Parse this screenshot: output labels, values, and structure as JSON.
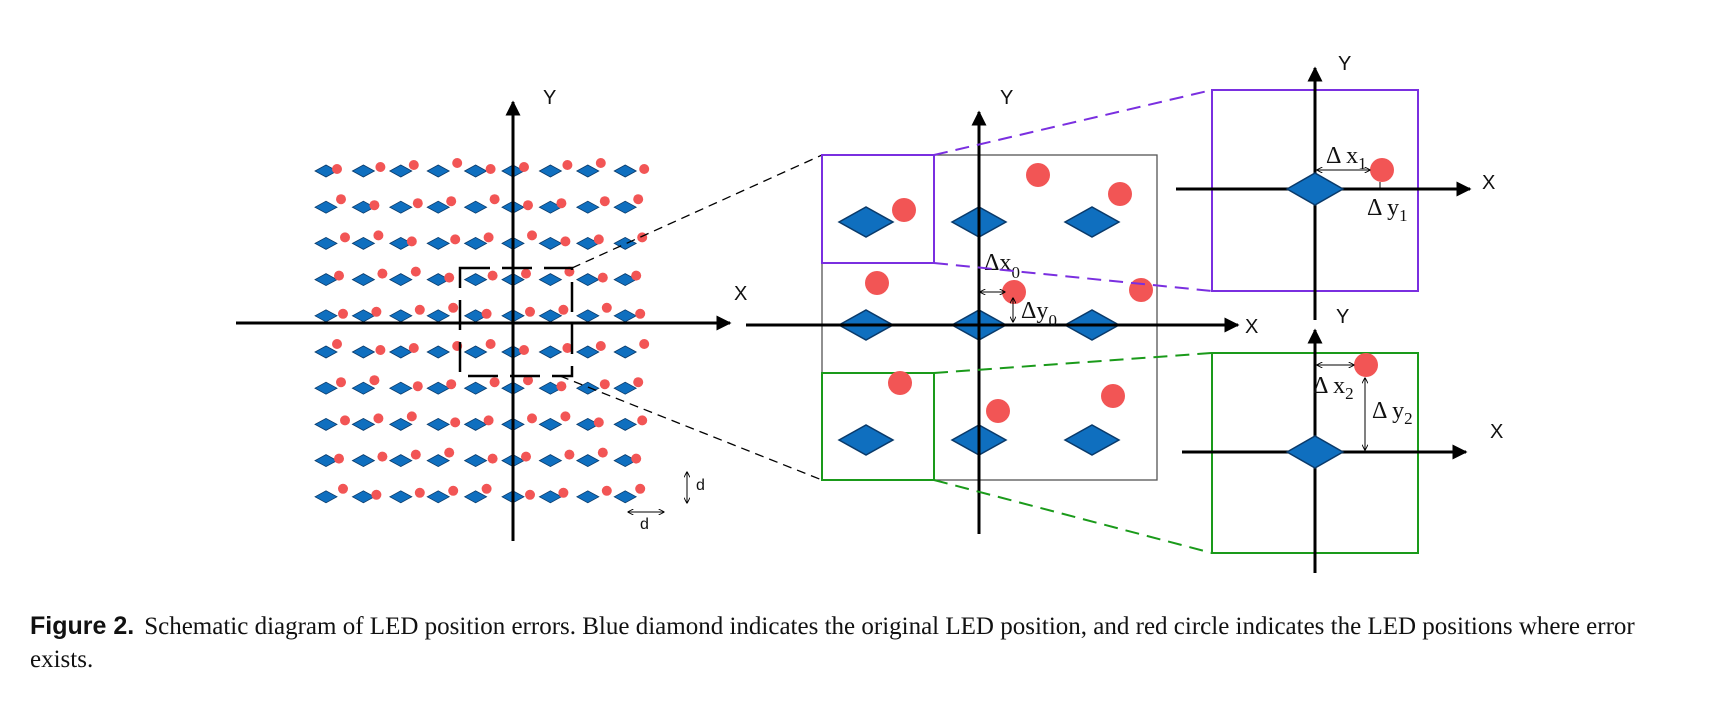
{
  "figure": {
    "left_panel": {
      "x_label": "X",
      "y_label": "Y",
      "spacing_vertical_label": "d",
      "spacing_horizontal_label": "d"
    },
    "middle_panel": {
      "x_label": "X",
      "y_label": "Y",
      "dx_label": "Δx",
      "dx_sub": "0",
      "dy_label": "Δy",
      "dy_sub": "0"
    },
    "top_right_panel": {
      "x_label": "X",
      "y_label": "Y",
      "dx_label": "Δ x",
      "dx_sub": "1",
      "dy_label": "Δ y",
      "dy_sub": "1"
    },
    "bottom_right_panel": {
      "x_label": "X",
      "y_label": "Y",
      "dx_label": "Δ x",
      "dx_sub": "2",
      "dy_label": "Δ y",
      "dy_sub": "2"
    },
    "colors": {
      "led_original": "#0f6fbf",
      "led_error": "#f25555",
      "zoom_purple": "#7a2fe0",
      "zoom_green": "#1a9a1a",
      "axis": "#000000"
    }
  },
  "caption": {
    "label": "Figure 2.",
    "text": "Schematic diagram of LED position errors. Blue diamond indicates the original LED position, and red circle indicates the LED positions where error exists."
  }
}
